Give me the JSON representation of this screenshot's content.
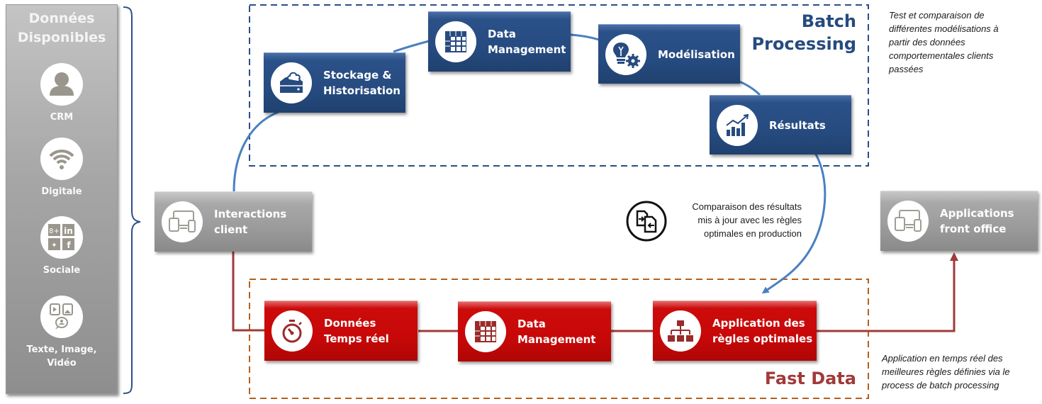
{
  "colors": {
    "batch_blue": "#264b80",
    "fast_red": "#c80808",
    "source_grey": "#a0a0a0",
    "batch_border": "#2b4f86",
    "fast_border": "#b4601c",
    "connector_blue": "#4a80c0",
    "connector_red": "#a13a3a",
    "fast_title": "#a13a3a"
  },
  "sources_panel": {
    "title_line1": "Données",
    "title_line2": "Disponibles",
    "items": [
      {
        "label": "CRM",
        "icon": "user-icon"
      },
      {
        "label": "Digitale",
        "icon": "wifi-icon"
      },
      {
        "label": "Sociale",
        "icon": "social-networks-icon"
      },
      {
        "label_line1": "Texte, Image,",
        "label_line2": "Vidéo",
        "icon": "media-files-icon"
      }
    ]
  },
  "batch_processing": {
    "title_line1": "Batch",
    "title_line2": "Processing",
    "nodes": [
      {
        "line1": "Stockage &",
        "line2": "Historisation",
        "icon": "cloud-storage-icon"
      },
      {
        "line1": "Data",
        "line2": "Management",
        "icon": "table-grid-icon"
      },
      {
        "line1": "Modélisation",
        "icon": "lightbulb-gear-icon"
      },
      {
        "line1": "Résultats",
        "icon": "chart-trend-icon"
      }
    ],
    "note": [
      "Test et comparaison de",
      "différentes modélisations à",
      "partir des données",
      "comportementales clients",
      "passées"
    ]
  },
  "interactions": {
    "line1": "Interactions",
    "line2": "client",
    "icon": "devices-icon"
  },
  "applications": {
    "line1": "Applications",
    "line2": "front office",
    "icon": "devices-icon"
  },
  "comparison": {
    "icon": "compare-documents-icon",
    "lines": [
      "Comparaison des résultats",
      "mis à jour avec les règles",
      "optimales en production"
    ]
  },
  "fast_data": {
    "title": "Fast Data",
    "nodes": [
      {
        "line1": "Données",
        "line2": "Temps réel",
        "icon": "stopwatch-icon"
      },
      {
        "line1": "Data",
        "line2": "Management",
        "icon": "table-grid-icon"
      },
      {
        "line1": "Application des",
        "line2": "règles optimales",
        "icon": "hierarchy-icon"
      }
    ],
    "note": [
      "Application en temps réel des",
      "meilleures règles définies via le",
      "process de batch processing"
    ]
  }
}
